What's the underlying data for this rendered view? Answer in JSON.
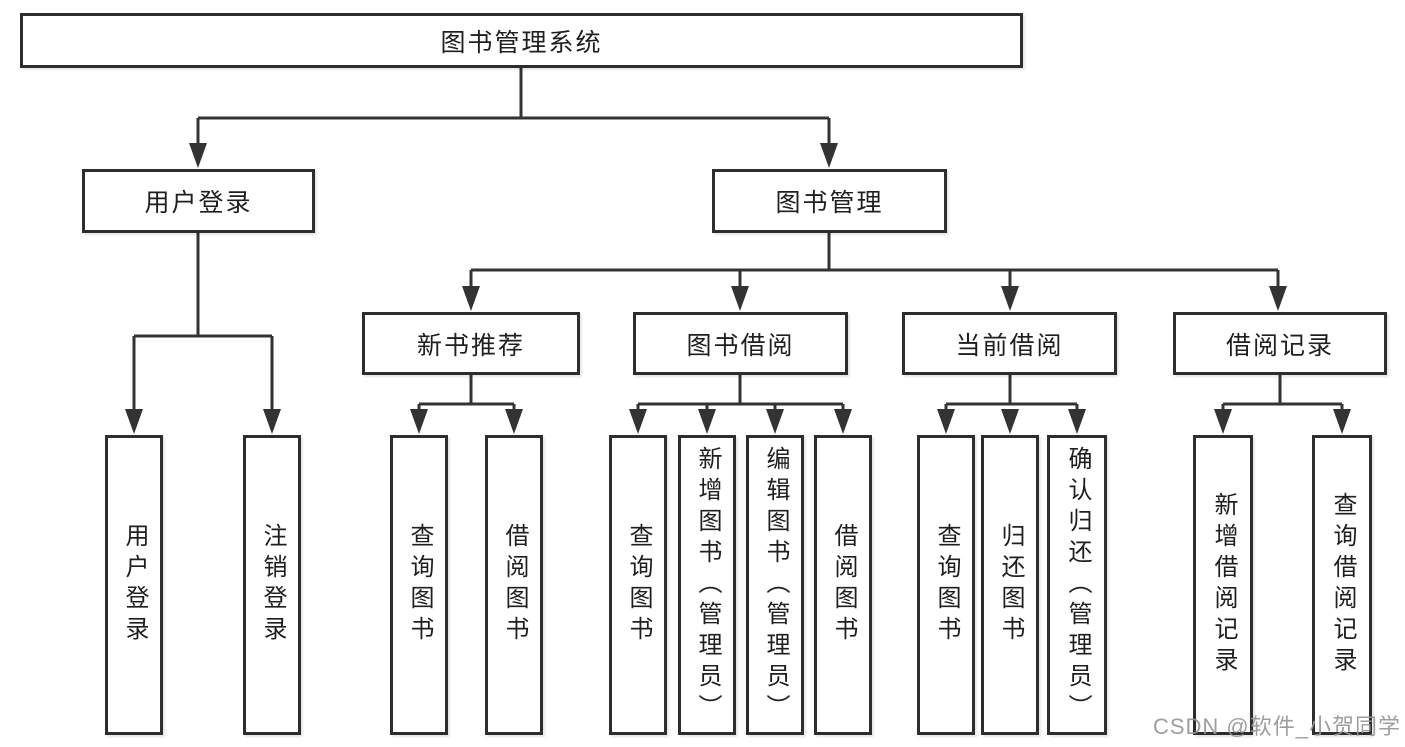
{
  "colors": {
    "line": "#333333",
    "box_border": "#2d2d2d",
    "box_background": "#ffffff",
    "text": "#1f1f1f",
    "watermark": "#969696",
    "background": "#ffffff"
  },
  "watermark": {
    "text": "CSDN @软件_小贺同学"
  },
  "tree": {
    "root": {
      "label": "图书管理系统",
      "children": [
        {
          "label": "用户登录",
          "children": [
            {
              "label": "用户登录"
            },
            {
              "label": "注销登录"
            }
          ]
        },
        {
          "label": "图书管理",
          "children": [
            {
              "label": "新书推荐",
              "children": [
                {
                  "label": "查询图书"
                },
                {
                  "label": "借阅图书"
                }
              ]
            },
            {
              "label": "图书借阅",
              "children": [
                {
                  "label": "查询图书"
                },
                {
                  "label": "新增图书（管理员）"
                },
                {
                  "label": "编辑图书（管理员）"
                },
                {
                  "label": "借阅图书"
                }
              ]
            },
            {
              "label": "当前借阅",
              "children": [
                {
                  "label": "查询图书"
                },
                {
                  "label": "归还图书"
                },
                {
                  "label": "确认归还（管理员）"
                }
              ]
            },
            {
              "label": "借阅记录",
              "children": [
                {
                  "label": "新增借阅记录"
                },
                {
                  "label": "查询借阅记录"
                }
              ]
            }
          ]
        }
      ]
    }
  }
}
